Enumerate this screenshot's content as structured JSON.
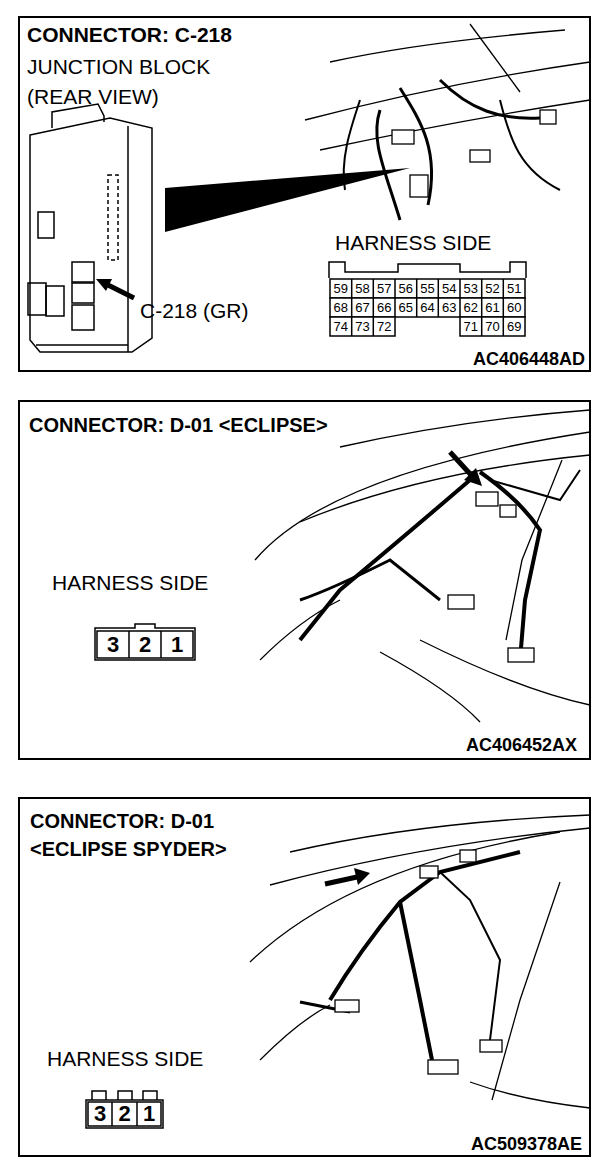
{
  "diagram": {
    "nodes": [
      {
        "text": [
          "CONNECTOR: C-218",
          "JUNCTION BLOCK (REAR VIEW)"
        ]
      },
      {
        "text": [
          "CONNECTOR: D-01 <ECLIPSE>"
        ]
      },
      {
        "text": [
          "CONNECTOR: D-01 <ECLIPSE SPYDER>"
        ]
      }
    ],
    "labels": [
      "C-218 (GR)",
      "HARNESS SIDE",
      "59",
      "58",
      "57",
      "56",
      "55",
      "54",
      "53",
      "52",
      "51",
      "68",
      "67",
      "66",
      "65",
      "64",
      "63",
      "62",
      "61",
      "60",
      "74",
      "73",
      "72",
      "71",
      "70",
      "69",
      "AC406448AD",
      "HARNESS SIDE",
      "3",
      "2",
      "1",
      "AC406452AX",
      "HARNESS SIDE",
      "3",
      "2",
      "1",
      "AC509378AE"
    ]
  }
}
